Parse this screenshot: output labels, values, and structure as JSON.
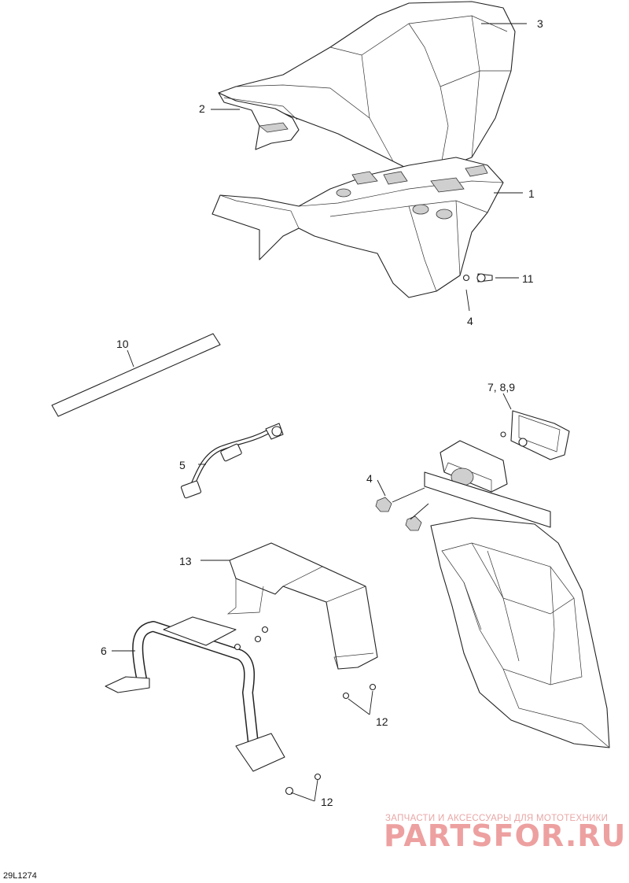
{
  "callouts": {
    "c1": "1",
    "c2": "2",
    "c3": "3",
    "c4a": "4",
    "c4b": "4",
    "c5": "5",
    "c6": "6",
    "c789": "7, 8,9",
    "c10": "10",
    "c11": "11",
    "c12a": "12",
    "c12b": "12",
    "c13": "13"
  },
  "watermark": {
    "subtitle": "ЗАПЧАСТИ И АКСЕССУАРЫ ДЛЯ МОТОТЕХНИКИ",
    "brand": "PARTSFOR.RU"
  },
  "diagram_code": "29L1274"
}
